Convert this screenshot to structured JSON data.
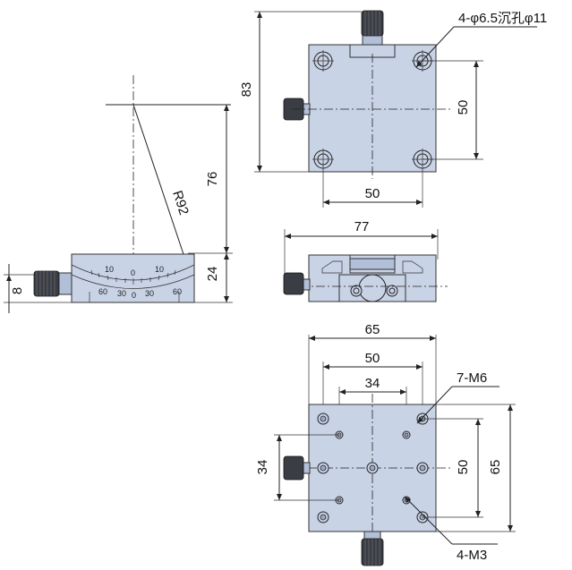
{
  "side_view": {
    "radius_label": "R92",
    "height_76": "76",
    "height_24": "24",
    "height_8": "8",
    "scale_top": [
      "10",
      "0",
      "10"
    ],
    "scale_bottom_left": [
      "60",
      "30",
      "0",
      "30",
      "60"
    ]
  },
  "top_view": {
    "dim_83": "83",
    "dim_50_vertical": "50",
    "dim_50_horizontal": "50",
    "hole_callout": "4-φ6.5沉孔φ11"
  },
  "front_view": {
    "dim_77": "77"
  },
  "bottom_view": {
    "dim_65_horizontal": "65",
    "dim_50_horizontal": "50",
    "dim_34_horizontal": "34",
    "dim_34_vertical": "34",
    "dim_50_vertical": "50",
    "dim_65_vertical": "65",
    "callout_m6": "7-M6",
    "callout_m3": "4-M3"
  }
}
